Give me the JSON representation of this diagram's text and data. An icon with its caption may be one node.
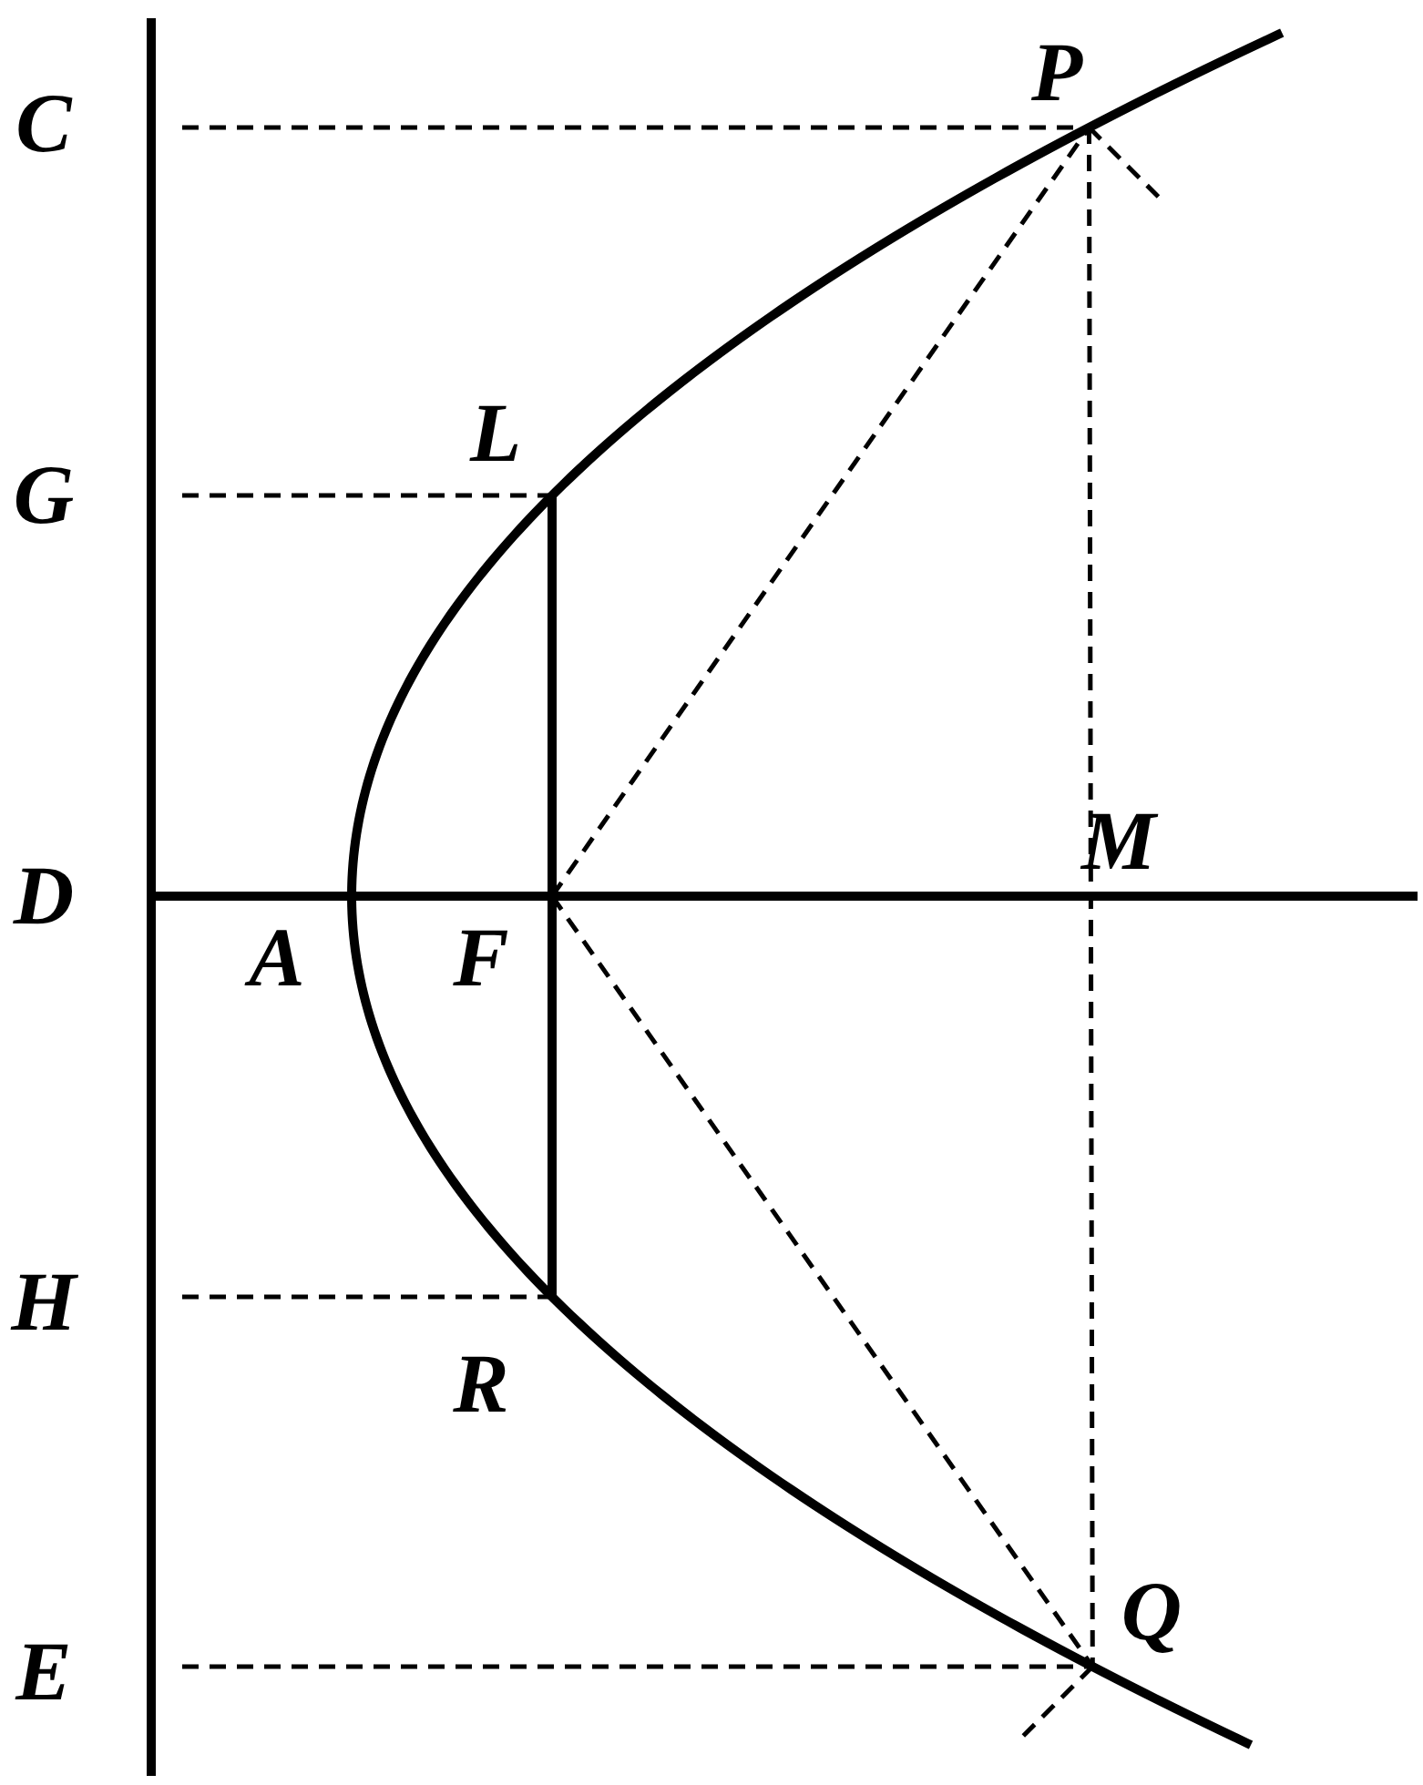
{
  "diagram": {
    "labels": [
      "C",
      "P",
      "G",
      "L",
      "D",
      "M",
      "A",
      "F",
      "H",
      "R",
      "E",
      "Q"
    ]
  }
}
